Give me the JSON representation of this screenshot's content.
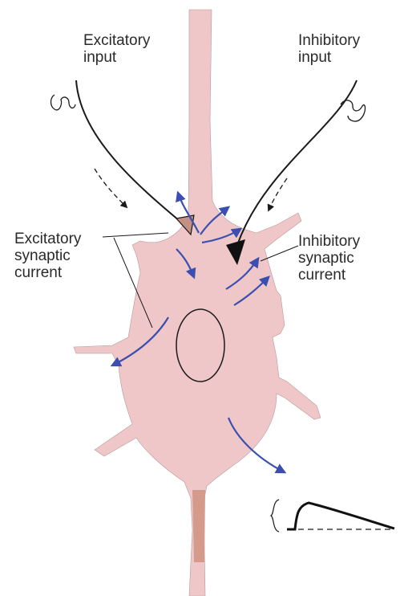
{
  "labels": {
    "excitatory_input": "Excitatory\ninput",
    "inhibitory_input": "Inhibitory\ninput",
    "excitatory_current": "Excitatory\nsynaptic\ncurrent",
    "inhibitory_current": "Inhibitory\nsynaptic\ncurrent"
  },
  "colors": {
    "cell_fill": "#efc7c9",
    "axon_fill": "#d49a8a",
    "current_arrow": "#3a4fb0",
    "line": "#1a1a1a",
    "excitatory_terminal": "#c48f84",
    "inhibitory_terminal": "#111111"
  }
}
